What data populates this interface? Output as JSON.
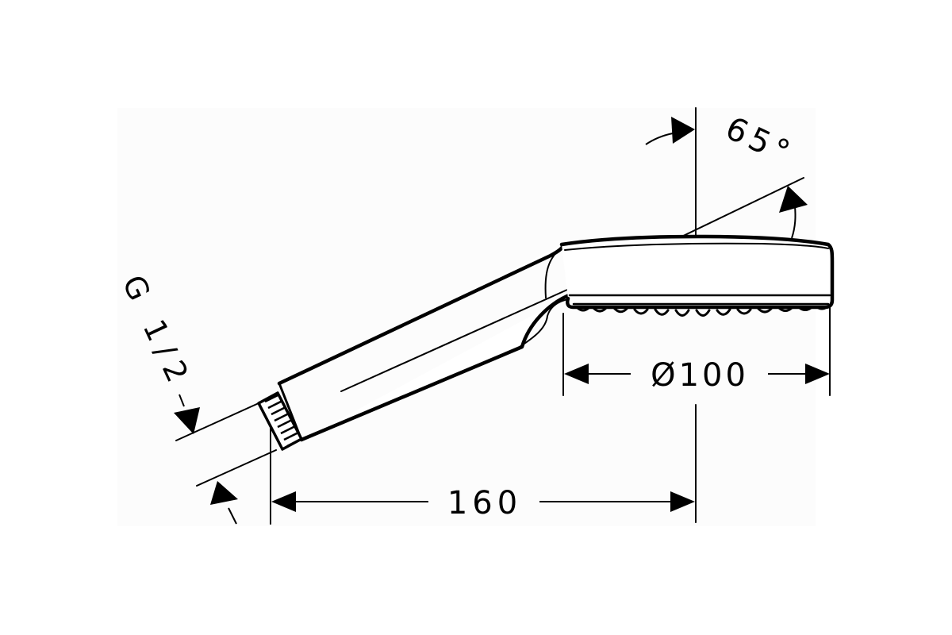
{
  "drawing": {
    "background_color": "#ffffff",
    "panel_color": "#fcfcfc",
    "line_color": "#000000",
    "dimensions": {
      "length": "160",
      "diameter": "Ø100",
      "angle": "65°",
      "thread": "G 1/2"
    }
  }
}
